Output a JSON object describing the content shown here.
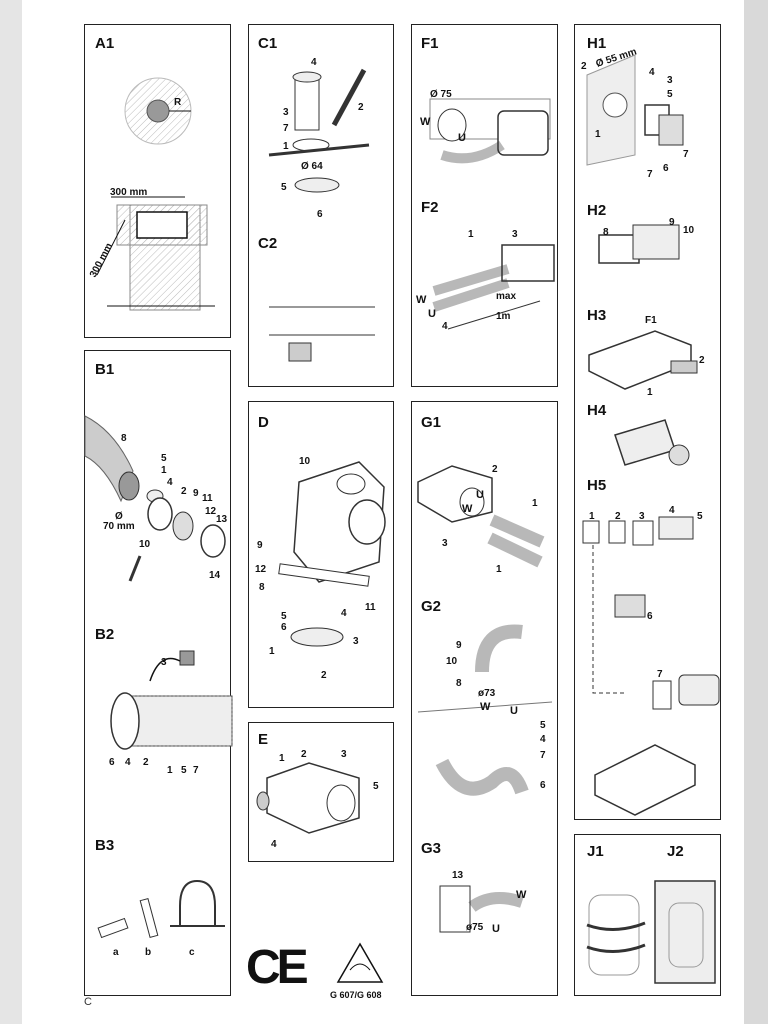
{
  "page": {
    "corner_mark": "C"
  },
  "panels": {
    "A1": {
      "label": "A1",
      "r": "R",
      "dim_top": "300 mm",
      "dim_side": "300 mm"
    },
    "B1": {
      "label": "B1",
      "parts": [
        "8",
        "5",
        "1",
        "4",
        "2",
        "9",
        "11",
        "12",
        "13",
        "10",
        "14"
      ],
      "dia": "Ø",
      "dia_val": "70 mm"
    },
    "B2": {
      "label": "B2",
      "parts": [
        "3",
        "6",
        "4",
        "2",
        "1",
        "5",
        "7"
      ]
    },
    "B3": {
      "label": "B3",
      "parts": [
        "a",
        "b",
        "c"
      ]
    },
    "C1": {
      "label": "C1",
      "parts": [
        "4",
        "2",
        "3",
        "7",
        "1",
        "5",
        "6"
      ],
      "dia": "Ø 64"
    },
    "C2": {
      "label": "C2"
    },
    "D": {
      "label": "D",
      "parts": [
        "10",
        "9",
        "12",
        "8",
        "5",
        "6",
        "4",
        "11",
        "3",
        "1",
        "2"
      ]
    },
    "E": {
      "label": "E",
      "parts": [
        "1",
        "2",
        "3",
        "5",
        "4"
      ]
    },
    "F1": {
      "label": "F1",
      "dia": "Ø 75",
      "w": "W",
      "u": "U"
    },
    "F2": {
      "label": "F2",
      "parts": [
        "1",
        "3",
        "4"
      ],
      "w": "W",
      "u": "U",
      "max": "max",
      "len": "1m"
    },
    "G1": {
      "label": "G1",
      "parts": [
        "2",
        "1",
        "3",
        "1"
      ],
      "w": "W",
      "u": "U"
    },
    "G2": {
      "label": "G2",
      "parts": [
        "9",
        "10",
        "8",
        "5",
        "4",
        "7",
        "6"
      ],
      "dia": "ø73",
      "w": "W",
      "u": "U"
    },
    "G3": {
      "label": "G3",
      "parts": [
        "13"
      ],
      "dia": "ø75",
      "w": "W",
      "u": "U"
    },
    "H1": {
      "label": "H1",
      "dia": "Ø 55 mm",
      "parts": [
        "2",
        "4",
        "3",
        "5",
        "1",
        "7",
        "6",
        "7"
      ]
    },
    "H2": {
      "label": "H2",
      "parts": [
        "8",
        "9",
        "10"
      ]
    },
    "H3": {
      "label": "H3",
      "parts": [
        "F1",
        "2",
        "1"
      ]
    },
    "H4": {
      "label": "H4"
    },
    "H5": {
      "label": "H5",
      "parts": [
        "1",
        "2",
        "3",
        "4",
        "5",
        "6",
        "7"
      ]
    },
    "J1": {
      "label": "J1"
    },
    "J2": {
      "label": "J2"
    }
  },
  "marks": {
    "approval": "G 607/G 608",
    "ce": "CE"
  }
}
